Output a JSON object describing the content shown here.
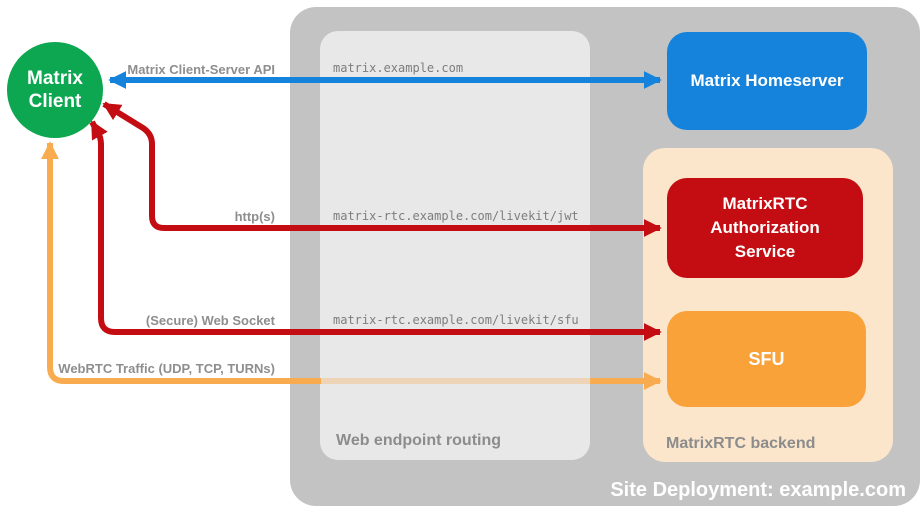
{
  "colors": {
    "client_green": "#0CA750",
    "homeserver_blue": "#1583DB",
    "auth_red": "#C30D13",
    "sfu_orange": "#F9A23A",
    "webrtc_arrow_orange": "#F9AC4F",
    "backend_peach": "#FBE6CB",
    "site_gray": "#C3C3C3",
    "routing_gray": "#E8E8E8",
    "label_gray": "#8C8C8C",
    "endpoint_text_gray": "#7D7D7D"
  },
  "client": {
    "line1": "Matrix",
    "line2": "Client"
  },
  "homeserver": {
    "label": "Matrix Homeserver"
  },
  "routing": {
    "label": "Web endpoint routing",
    "endpoints": [
      "matrix.example.com",
      "matrix-rtc.example.com/livekit/jwt",
      "matrix-rtc.example.com/livekit/sfu"
    ]
  },
  "backend": {
    "label": "MatrixRTC backend",
    "auth_service": "MatrixRTC Authorization Service",
    "sfu": "SFU"
  },
  "deployment": {
    "label": "Site Deployment: example.com"
  },
  "arrows": [
    {
      "label": "Matrix Client-Server API",
      "color": "#1583DB",
      "from": "Matrix Client",
      "to": "Matrix Homeserver",
      "via": "matrix.example.com",
      "bidirectional": true
    },
    {
      "label": "http(s)",
      "color": "#C30D13",
      "from": "Matrix Client",
      "to": "MatrixRTC Authorization Service",
      "via": "matrix-rtc.example.com/livekit/jwt",
      "bidirectional": true
    },
    {
      "label": "(Secure) Web Socket",
      "color": "#C30D13",
      "from": "Matrix Client",
      "to": "SFU",
      "via": "matrix-rtc.example.com/livekit/sfu",
      "bidirectional": true
    },
    {
      "label": "WebRTC Traffic (UDP, TCP, TURNs)",
      "color": "#F9AC4F",
      "from": "Matrix Client",
      "to": "SFU",
      "via": "direct (bypasses web endpoint routing)",
      "bidirectional": true
    }
  ]
}
